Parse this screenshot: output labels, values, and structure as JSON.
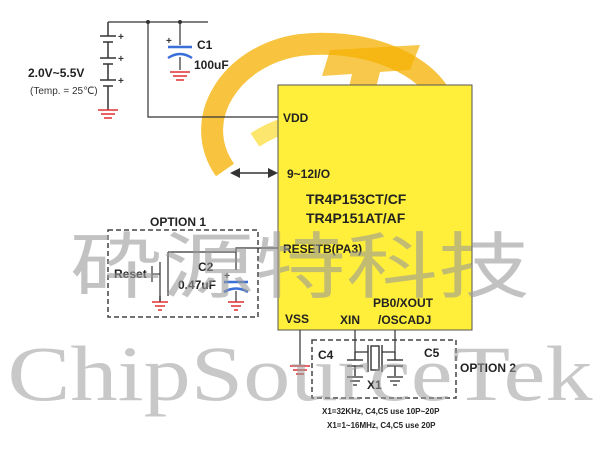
{
  "colors": {
    "chip_fill": "#ffef3a",
    "chip_stroke": "#555555",
    "wire": "#333333",
    "ground": "#e03030",
    "cap_blue": "#3a6fd8",
    "logo_orange": "#f5b000",
    "logo_yellow": "#fbe04a",
    "watermark": "#9a9a9a"
  },
  "power": {
    "voltage": "2.0V~5.5V",
    "temp_note": "(Temp. = 25℃)"
  },
  "caps": {
    "c1_name": "C1",
    "c1_value": "100uF",
    "c2_name": "C2",
    "c2_value": "0.47uF",
    "c4_name": "C4",
    "c5_name": "C5"
  },
  "chip": {
    "part1": "TR4P153CT/CF",
    "part2": "TR4P151AT/AF",
    "pin_vdd": "VDD",
    "pin_io": "9~12I/O",
    "pin_reset": "RESETB(PA3)",
    "pin_vss": "VSS",
    "pin_xin": "XIN",
    "pin_pb0": "PB0/XOUT",
    "pin_oscadj": "/OSCADJ"
  },
  "option1": {
    "title": "OPTION 1",
    "reset_label": "Reset"
  },
  "option2": {
    "title": "OPTION 2",
    "crystal_label": "X1"
  },
  "notes": {
    "line1": "X1=32KHz, C4,C5 use 10P~20P",
    "line2": "X1=1~16MHz, C4,C5 use 20P"
  },
  "watermark": {
    "cn": "砕源特科技",
    "en": "ChipSourceTek"
  }
}
